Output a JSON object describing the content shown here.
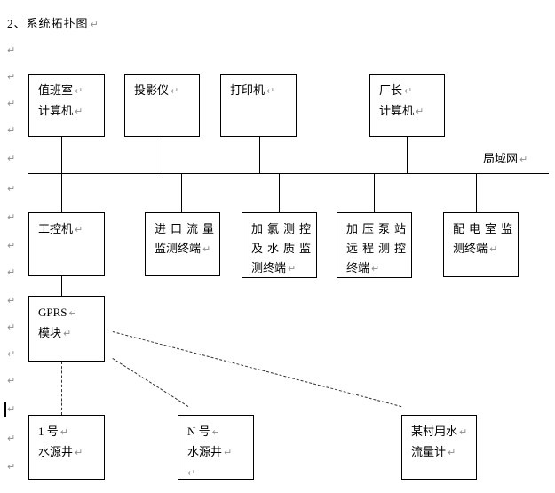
{
  "page": {
    "title": "2、系统拓扑图",
    "background": "#ffffff"
  },
  "pmark": "↵",
  "lan_label": "局域网",
  "colors": {
    "line": "#000000",
    "dashed_line": "#333333",
    "paragraph_mark": "#8e8e8e",
    "text": "#000000"
  },
  "nodes": {
    "duty_computer": {
      "line1": "值班室",
      "line2": "计算机"
    },
    "projector": {
      "line1": "投影仪"
    },
    "printer": {
      "line1": "打印机"
    },
    "director_computer": {
      "line1": "厂长",
      "line2": "计算机"
    },
    "industrial_pc": {
      "line1": "工控机"
    },
    "inlet_flow_terminal": {
      "line1": "进口流量",
      "line2": "监测终端"
    },
    "chlorination_terminal": {
      "line1": "加氯测控",
      "line2": "及水质监",
      "line3": "测终端"
    },
    "pump_station_terminal": {
      "line1": "加压泵站",
      "line2": "远程测控",
      "line3": "终端"
    },
    "power_room_terminal": {
      "line1": "配电室监",
      "line2": "测终端"
    },
    "gprs_module": {
      "line1": "GPRS",
      "line2": "模块"
    },
    "well_1": {
      "line1": "1 号",
      "line2": "水源井"
    },
    "well_n": {
      "line1": "N 号",
      "line2": "水源井"
    },
    "village_flow_meter": {
      "line1": "某村用水",
      "line2": "流量计"
    }
  }
}
